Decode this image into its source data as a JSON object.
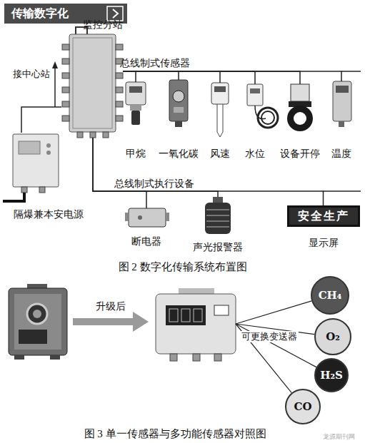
{
  "diagram": {
    "title": "传输数字化",
    "nodes": [
      {
        "text": [
          "监控分站"
        ]
      },
      {
        "text": [
          "甲烷"
        ]
      },
      {
        "text": [
          "一氧化碳"
        ]
      },
      {
        "text": [
          "风速"
        ]
      },
      {
        "text": [
          "水位"
        ]
      },
      {
        "text": [
          "设备开停"
        ]
      },
      {
        "text": [
          "温度"
        ]
      },
      {
        "text": [
          "隔爆兼本安电源"
        ]
      },
      {
        "text": [
          "断电器"
        ]
      },
      {
        "text": [
          "声光报警器"
        ]
      },
      {
        "text": [
          "安全生产",
          "显示屏"
        ]
      },
      {
        "text": []
      },
      {
        "text": []
      },
      {
        "text": [
          "CH₄"
        ]
      },
      {
        "text": [
          "O₂"
        ]
      },
      {
        "text": [
          "H₂S"
        ]
      },
      {
        "text": [
          "CO"
        ]
      }
    ],
    "edges": [
      {
        "from": 0,
        "to": 1,
        "arrow": "none"
      },
      {
        "from": 0,
        "to": 2,
        "arrow": "none"
      },
      {
        "from": 0,
        "to": 3,
        "arrow": "none"
      },
      {
        "from": 0,
        "to": 4,
        "arrow": "none"
      },
      {
        "from": 0,
        "to": 5,
        "arrow": "none"
      },
      {
        "from": 0,
        "to": 6,
        "arrow": "none"
      },
      {
        "from": 7,
        "to": 0,
        "arrow": "none"
      },
      {
        "from": 0,
        "to": 8,
        "arrow": "none"
      },
      {
        "from": 0,
        "to": 9,
        "arrow": "none"
      },
      {
        "from": 0,
        "to": 10,
        "arrow": "none"
      },
      {
        "from": 11,
        "to": 12,
        "label": "升级后",
        "arrow": "to"
      },
      {
        "from": 12,
        "to": 13,
        "arrow": "none"
      },
      {
        "from": 12,
        "to": 14,
        "arrow": "none"
      },
      {
        "from": 12,
        "to": 15,
        "arrow": "none"
      },
      {
        "from": 12,
        "to": 16,
        "arrow": "none"
      }
    ],
    "labels": [
      "接中心站",
      "总线制式传感器",
      "总线制式执行设备",
      "图 2 数字化传输系统布置图",
      "可更换变送器",
      "图 3 单一传感器与多功能传感器对照图",
      "龙源期刊网"
    ]
  }
}
